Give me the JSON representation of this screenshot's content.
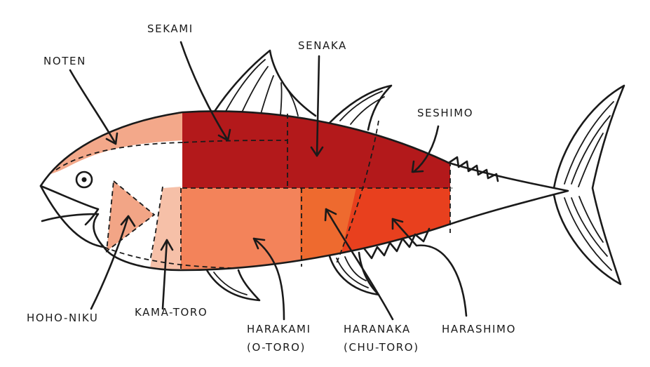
{
  "colors": {
    "outline": "#1a1a1a",
    "background": "#ffffff",
    "sekami": "#b3191b",
    "senaka": "#b3191b",
    "seshimo": "#b3191b",
    "harakami": "#f3835a",
    "haranaka": "#ee6a2f",
    "harashimo": "#e8401e",
    "noten": "#f3a88a",
    "hoho_niku": "#f2a586",
    "kama_toro": "#f6c0a8"
  },
  "labels": {
    "sekami": "SEKAMI",
    "senaka": "SENAKA",
    "seshimo": "SESHIMO",
    "noten": "NOTEN",
    "hoho_niku": "HOHO-NIKU",
    "kama_toro": "KAMA-TORO",
    "harakami": "HARAKAMI",
    "harakami_sub": "(O-TORO)",
    "haranaka": "HARANAKA",
    "haranaka_sub": "(CHU-TORO)",
    "harashimo": "HARASHIMO"
  }
}
